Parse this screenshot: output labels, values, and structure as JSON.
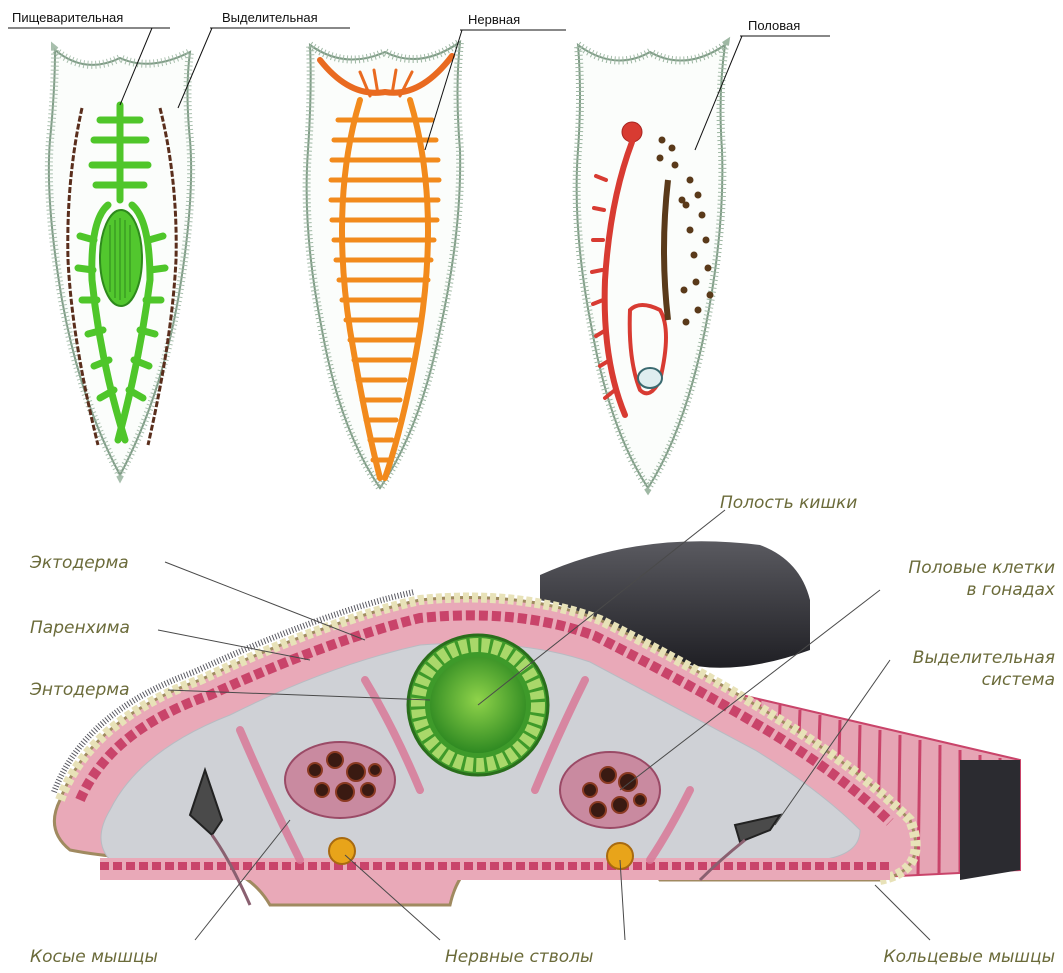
{
  "top_labels": {
    "digestive": "Пищеварительная",
    "excretory": "Выделительная",
    "nervous": "Нервная",
    "reproductive": "Половая"
  },
  "section_labels": {
    "gut_cavity": "Полость кишки",
    "ectoderm": "Эктодерма",
    "parenchyma": "Паренхима",
    "endoderm": "Энтодерма",
    "germ_cells_line1": "Половые клетки",
    "germ_cells_line2": "в гонадах",
    "excretory_line1": "Выделительная",
    "excretory_line2": "система",
    "oblique_muscles": "Косые мышцы",
    "nerve_trunks": "Нервные стволы",
    "ring_muscles": "Кольцевые мышцы"
  },
  "colors": {
    "digestive": "#4fc62a",
    "excretory": "#5a2e1c",
    "nervous": "#f28a1c",
    "reproductive": "#d83b32",
    "cilia": "#9fb8a4",
    "body_outline": "#7f9b86",
    "section_body": "#e9a9b8",
    "section_dark": "#c9446a",
    "gut": "#3e9a2a",
    "parenchyma": "#cfd1d6",
    "label_text": "#6b6b3a"
  }
}
